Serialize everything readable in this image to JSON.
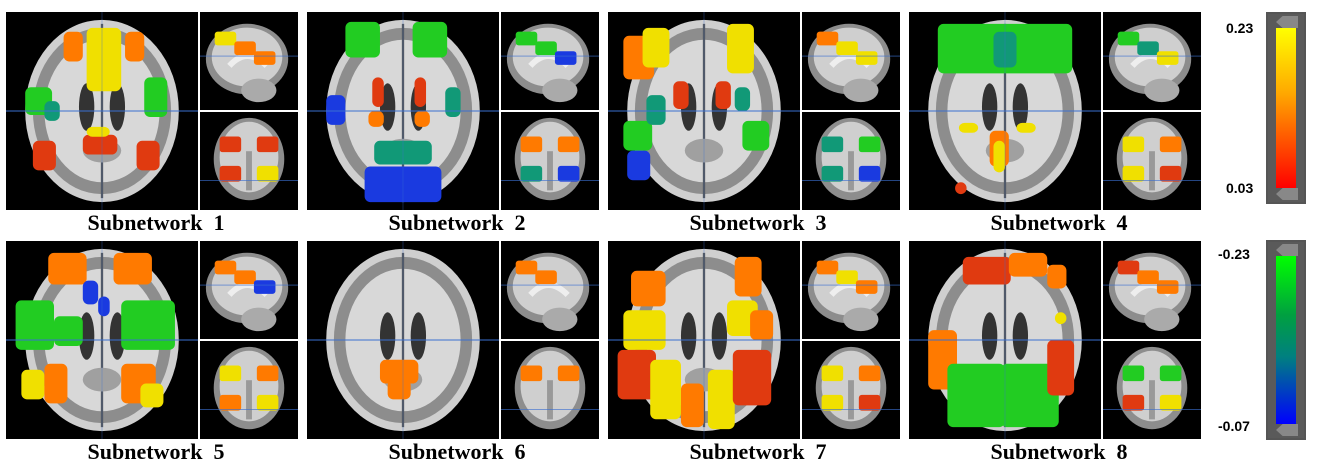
{
  "subnetworks": [
    {
      "caption": "Subnetwork  1"
    },
    {
      "caption": "Subnetwork  2"
    },
    {
      "caption": "Subnetwork  3"
    },
    {
      "caption": "Subnetwork  4"
    },
    {
      "caption": "Subnetwork  5"
    },
    {
      "caption": "Subnetwork  6"
    },
    {
      "caption": "Subnetwork  7"
    },
    {
      "caption": "Subnetwork  8"
    }
  ],
  "colorbars": [
    {
      "max_label": "0.23",
      "min_label": "0.03",
      "colors": [
        "#ffff00",
        "#ff8000",
        "#ff0000"
      ]
    },
    {
      "max_label": "-0.23",
      "min_label": "-0.07",
      "colors": [
        "#00ff00",
        "#008080",
        "#0000ff"
      ]
    }
  ],
  "blob_colors": {
    "yellow": "#f0e000",
    "orange": "#ff7a00",
    "red": "#e03a10",
    "green": "#22cc22",
    "teal": "#119977",
    "blue": "#1a3ae0"
  }
}
